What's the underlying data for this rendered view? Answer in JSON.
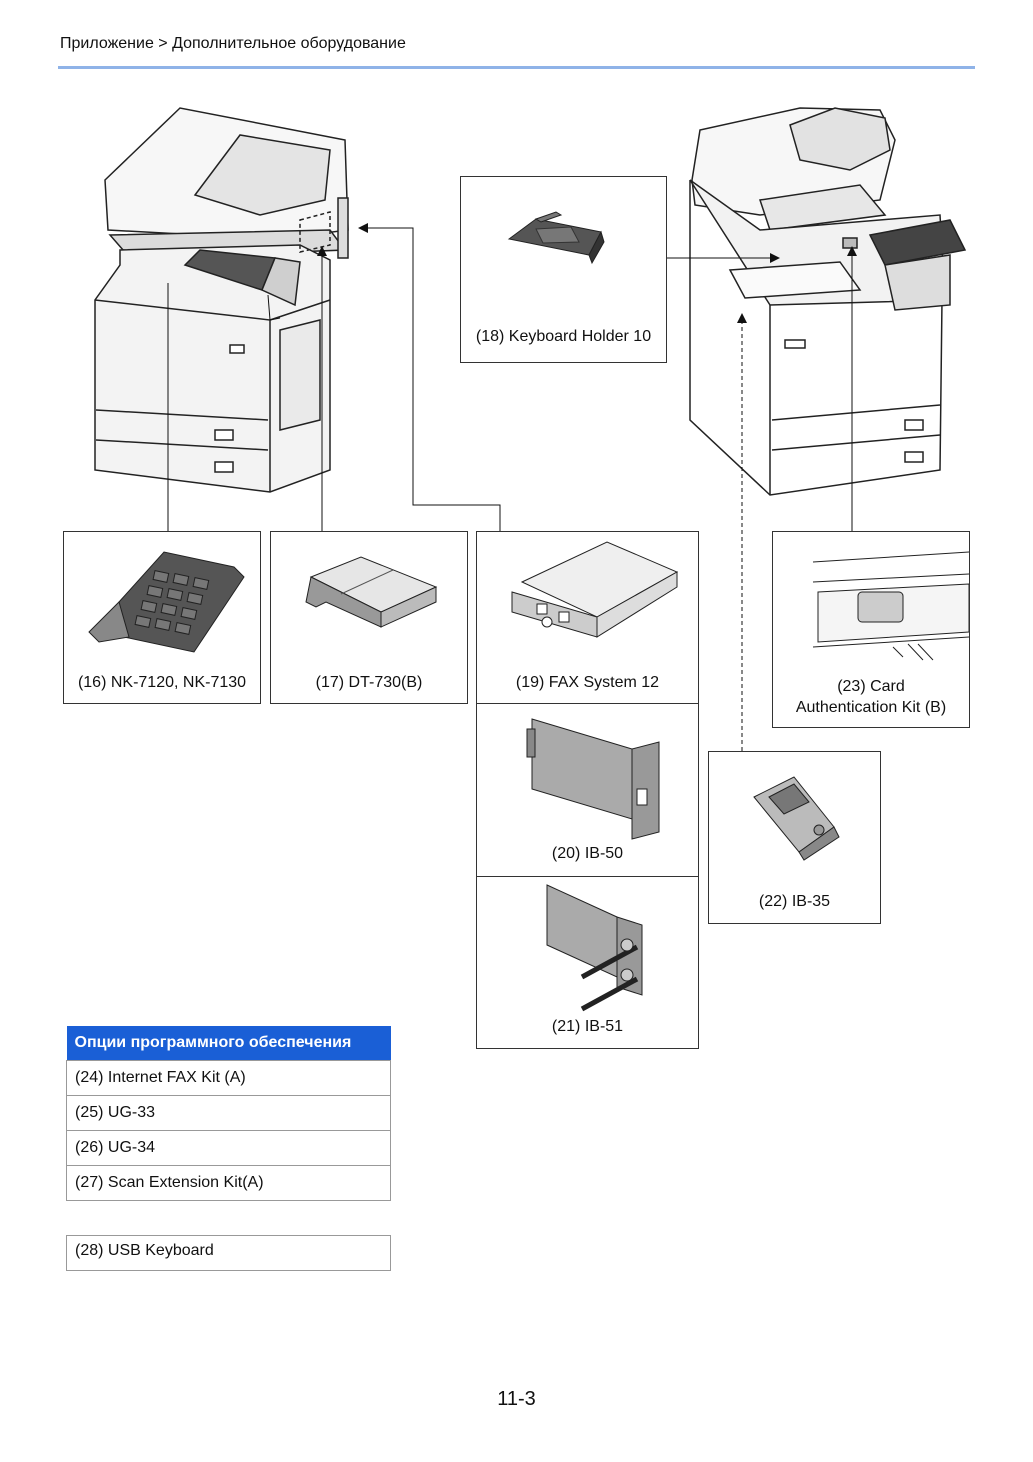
{
  "header": {
    "breadcrumb": "Приложение > Дополнительное оборудование"
  },
  "options": {
    "nk": "(16) NK-7120, NK-7130",
    "dt": "(17) DT-730(B)",
    "keyboard_holder": "(18) Keyboard Holder 10",
    "fax": "(19) FAX System 12",
    "ib50": "(20) IB-50",
    "ib51": "(21) IB-51",
    "ib35": "(22) IB-35",
    "card_auth_line1": "(23) Card",
    "card_auth_line2": "Authentication Kit (B)"
  },
  "software_options": {
    "header": "Опции программного обеспечения",
    "items": [
      "(24) Internet FAX Kit (A)",
      "(25) UG-33",
      "(26) UG-34",
      "(27) Scan Extension Kit(A)"
    ]
  },
  "usb_keyboard": "(28) USB Keyboard",
  "page_number": "11-3",
  "colors": {
    "accent_rule": "#8fb3e8",
    "table_header": "#1a5fd6"
  }
}
